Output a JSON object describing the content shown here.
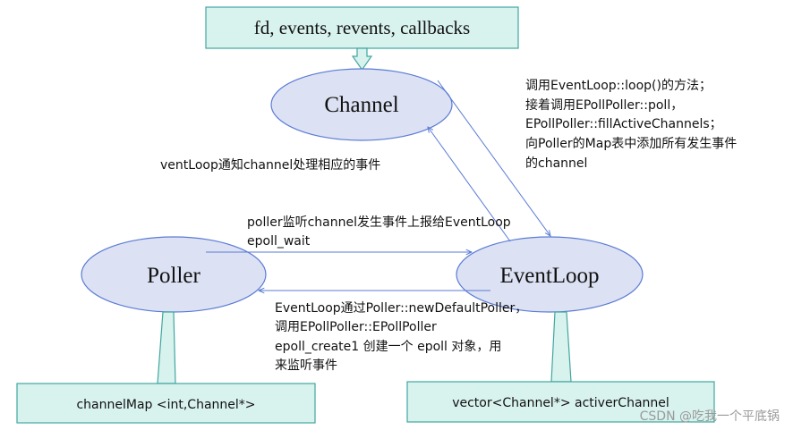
{
  "nodes": {
    "channel_fields": "fd, events, revents, callbacks",
    "channel": "Channel",
    "poller": "Poller",
    "eventloop": "EventLoop",
    "channel_map": "channelMap <int,Channel*>",
    "active_channels": "vector<Channel*> activerChannel"
  },
  "annotations": {
    "loop_to_channel": [
      "调用EventLoop::loop()的方法；",
      "接着调用EPollPoller::poll，",
      "EPollPoller::fillActiveChannels；",
      "向Poller的Map表中添加所有发生事件",
      "的channel"
    ],
    "notify_channel": "ventLoop通知channel处理相应的事件",
    "poller_report": [
      "poller监听channel发生事件上报给EventLoop",
      "epoll_wait"
    ],
    "create_poller": [
      "EventLoop通过Poller::newDefaultPoller，",
      "调用EPollPoller::EPollPoller",
      "epoll_create1 创建一个 epoll 对象，用",
      "来监听事件"
    ]
  },
  "watermark": "CSDN @吃我一个平底锅",
  "colors": {
    "box_fill": "#d8f2ee",
    "box_stroke": "#41a6a0",
    "ellipse_fill": "#dce2f3",
    "ellipse_stroke": "#5b7bd5",
    "arrow": "#5b7bd5",
    "text": "#111111",
    "watermark": "#9a9a9a"
  }
}
